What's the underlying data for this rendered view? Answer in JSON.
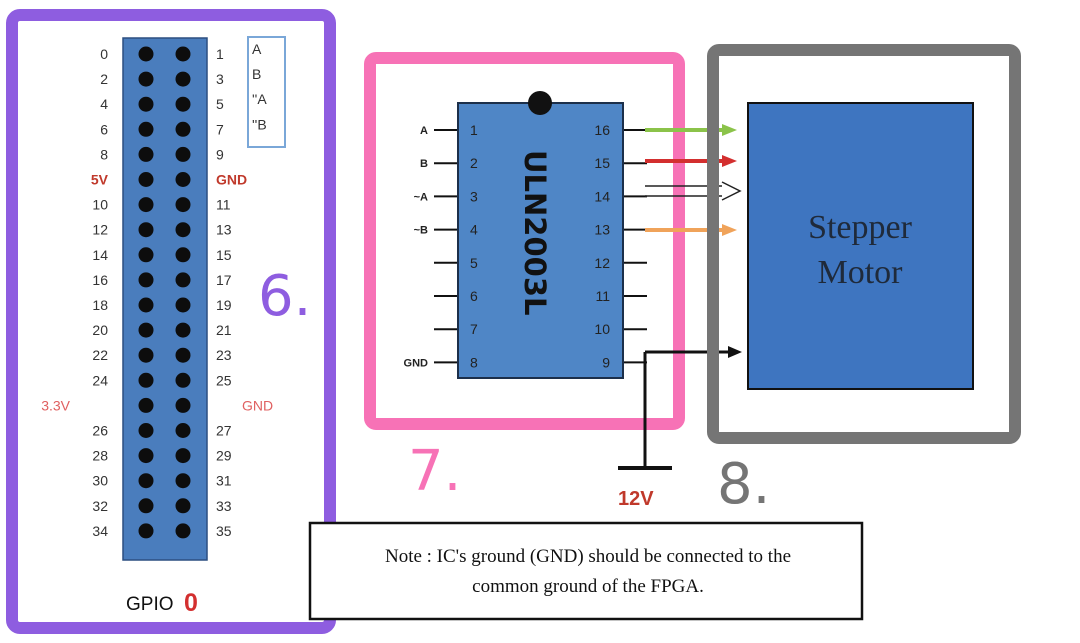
{
  "gpio": {
    "left_pins": [
      "0",
      "2",
      "4",
      "6",
      "8",
      "5V",
      "10",
      "12",
      "14",
      "16",
      "18",
      "20",
      "22",
      "24",
      "3.3V",
      "26",
      "28",
      "30",
      "32",
      "34"
    ],
    "right_pins": [
      "1",
      "3",
      "5",
      "7",
      "9",
      "GND",
      "11",
      "13",
      "15",
      "17",
      "19",
      "21",
      "23",
      "25",
      "GND",
      "27",
      "29",
      "31",
      "33",
      "35"
    ],
    "signals": [
      "A",
      "B",
      "''A",
      "''B"
    ],
    "label": "GPIO",
    "label_number": "0",
    "section_number": "6."
  },
  "ic": {
    "name": "ULN2003L",
    "left_pin_numbers": [
      "1",
      "2",
      "3",
      "4",
      "5",
      "6",
      "7",
      "8"
    ],
    "right_pin_numbers": [
      "16",
      "15",
      "14",
      "13",
      "12",
      "11",
      "10",
      "9"
    ],
    "inputs": [
      "A",
      "B",
      "~A",
      "~B",
      "",
      "",
      "",
      "GND"
    ],
    "supply_label": "12V",
    "section_number": "7."
  },
  "motor": {
    "line1": "Stepper",
    "line2": "Motor",
    "section_number": "8."
  },
  "note": {
    "line1": "Note : IC's ground (GND) should be connected to the",
    "line2": "common ground of the FPGA."
  },
  "colors": {
    "gpio_frame": "#8e5de0",
    "ic_frame": "#f772b6",
    "motor_frame": "#757575",
    "header_blue": "#4a7dbd",
    "ic_blue": "#4f86c6",
    "motor_blue": "#3e75c0",
    "wire_green": "#8bc34a",
    "wire_red": "#d32f2f",
    "wire_orange": "#f0a35a",
    "red_text": "#c0392b"
  }
}
